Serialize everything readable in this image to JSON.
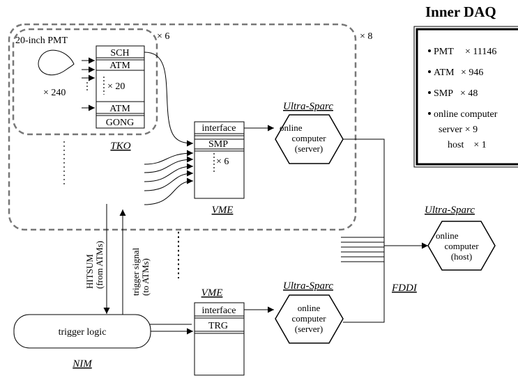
{
  "title": "Inner DAQ",
  "legend": {
    "items": [
      {
        "label": "PMT",
        "mult": "× 11146"
      },
      {
        "label": "ATM",
        "mult": "× 946"
      },
      {
        "label": "SMP",
        "mult": "× 48"
      },
      {
        "label": "online computer",
        "mult": ""
      }
    ],
    "server_line": "server × 9",
    "host_line": "host    × 1"
  },
  "tko": {
    "pmt_label": "20-inch PMT",
    "pmt_mult": "× 240",
    "crate_mult": "× 6",
    "group_mult": "× 8",
    "module_sch": "SCH",
    "module_atm": "ATM",
    "atm_mult": "× 20",
    "module_atm_bottom": "ATM",
    "module_gong": "GONG",
    "name": "TKO"
  },
  "vme_top": {
    "interface": "interface",
    "smp": "SMP",
    "smp_mult": "× 6",
    "name": "VME"
  },
  "server_top": {
    "label": "Ultra-Sparc",
    "line1": "online",
    "line2": "computer",
    "line3": "(server)"
  },
  "host": {
    "label": "Ultra-Sparc",
    "line1": "online",
    "line2": "computer",
    "line3": "(host)"
  },
  "fddi": "FDDI",
  "signals": {
    "hitsum1": "HITSUM",
    "hitsum2": "(from ATMs)",
    "trigger1": "trigger signal",
    "trigger2": "(to ATMs)"
  },
  "vme_bottom": {
    "name": "VME",
    "interface": "interface",
    "trg": "TRG"
  },
  "server_bottom": {
    "label": "Ultra-Sparc",
    "line1": "online",
    "line2": "computer",
    "line3": "(server)"
  },
  "trigger_logic": {
    "label": "trigger logic",
    "nim": "NIM"
  }
}
